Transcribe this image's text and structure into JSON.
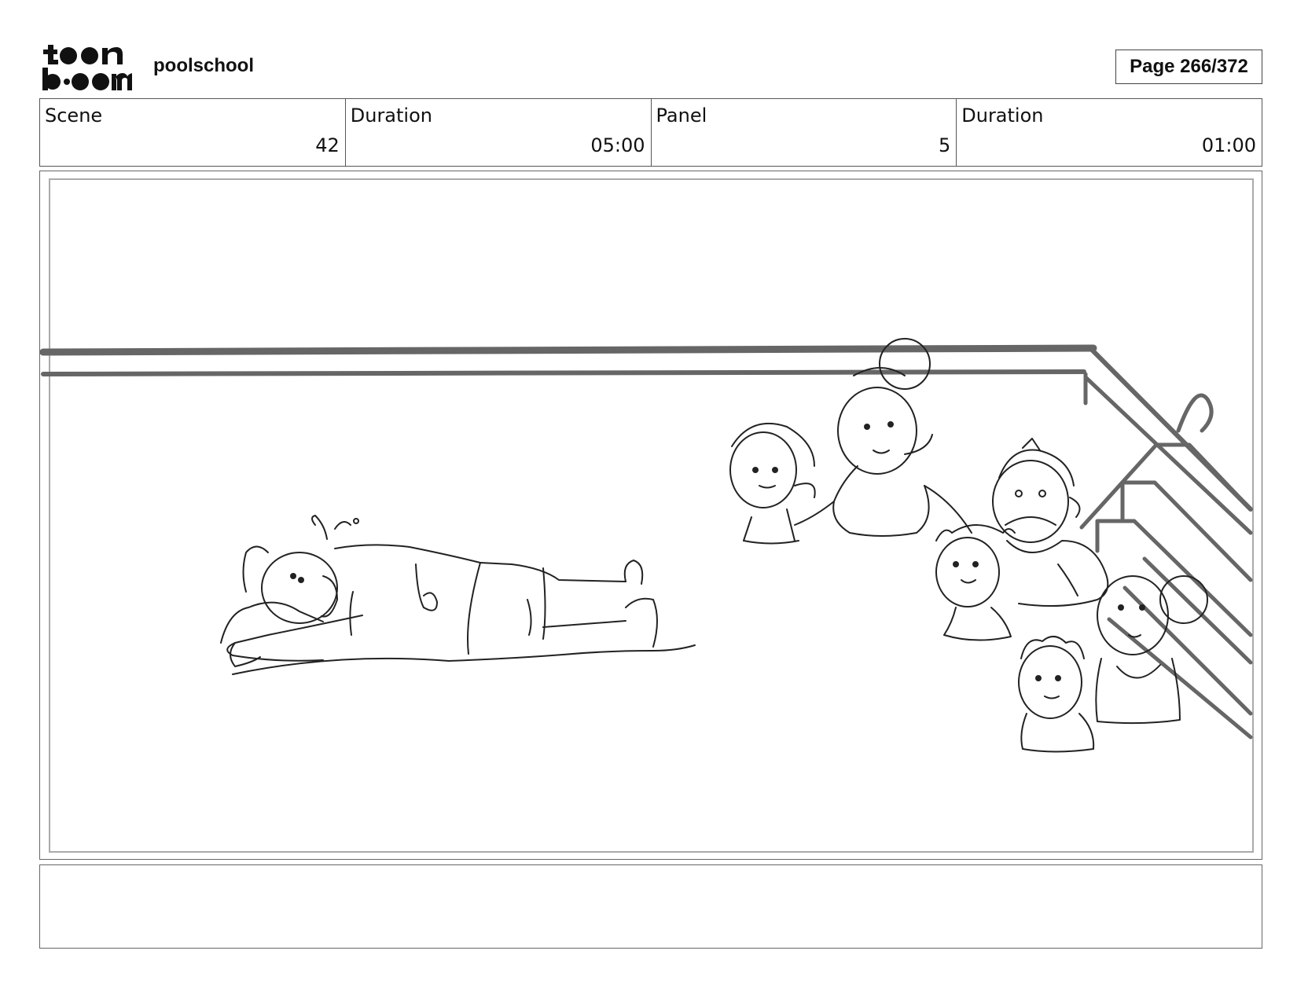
{
  "header": {
    "logo_text_top": "toon",
    "logo_text_bottom": "boom",
    "project_name": "poolschool",
    "page_label": "Page 266/372"
  },
  "info": {
    "scene_label": "Scene",
    "scene_value": "42",
    "scene_duration_label": "Duration",
    "scene_duration_value": "05:00",
    "panel_label": "Panel",
    "panel_value": "5",
    "panel_duration_label": "Duration",
    "panel_duration_value": "01:00"
  },
  "notes": {
    "text": ""
  }
}
